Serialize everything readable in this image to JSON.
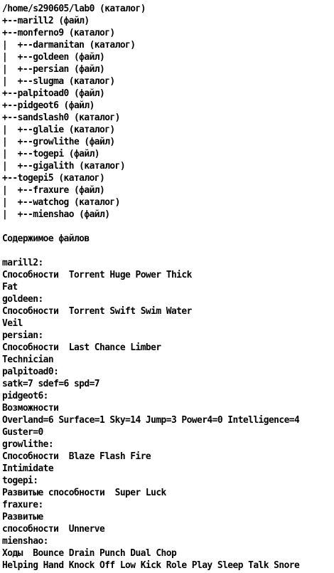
{
  "lines": [
    "/home/s290605/lab0 (каталог)",
    "+--marill2 (файл)",
    "+--monferno9 (каталог)",
    "|  +--darmanitan (каталог)",
    "|  +--goldeen (файл)",
    "|  +--persian (файл)",
    "|  +--slugma (каталог)",
    "+--palpitoad0 (файл)",
    "+--pidgeot6 (файл)",
    "+--sandslash0 (каталог)",
    "|  +--glalie (каталог)",
    "|  +--growlithe (файл)",
    "|  +--togepi (файл)",
    "|  +--gigalith (каталог)",
    "+--togepi5 (каталог)",
    "|  +--fraxure (файл)",
    "|  +--watchog (каталог)",
    "|  +--mienshao (файл)",
    "",
    "Содержимое файлов",
    "",
    "marill2:",
    "Способности  Torrent Huge Power Thick",
    "Fat",
    "goldeen:",
    "Способности  Torrent Swift Swim Water",
    "Veil",
    "persian:",
    "Способности  Last Chance Limber",
    "Technician",
    "palpitoad0:",
    "satk=7 sdef=6 spd=7",
    "pidgeot6:",
    "Возможности",
    "Overland=6 Surface=1 Sky=14 Jump=3 Power4=0 Intelligence=4",
    "Guster=0",
    "growlithe:",
    "Способности  Blaze Flash Fire",
    "Intimidate",
    "togepi:",
    "Развитые способности  Super Luck",
    "fraxure:",
    "Развитые",
    "способности  Unnerve",
    "mienshao:",
    "Ходы  Bounce Drain Punch Dual Chop",
    "Helping Hand Knock Off Low Kick Role Play Sleep Talk Snore"
  ]
}
